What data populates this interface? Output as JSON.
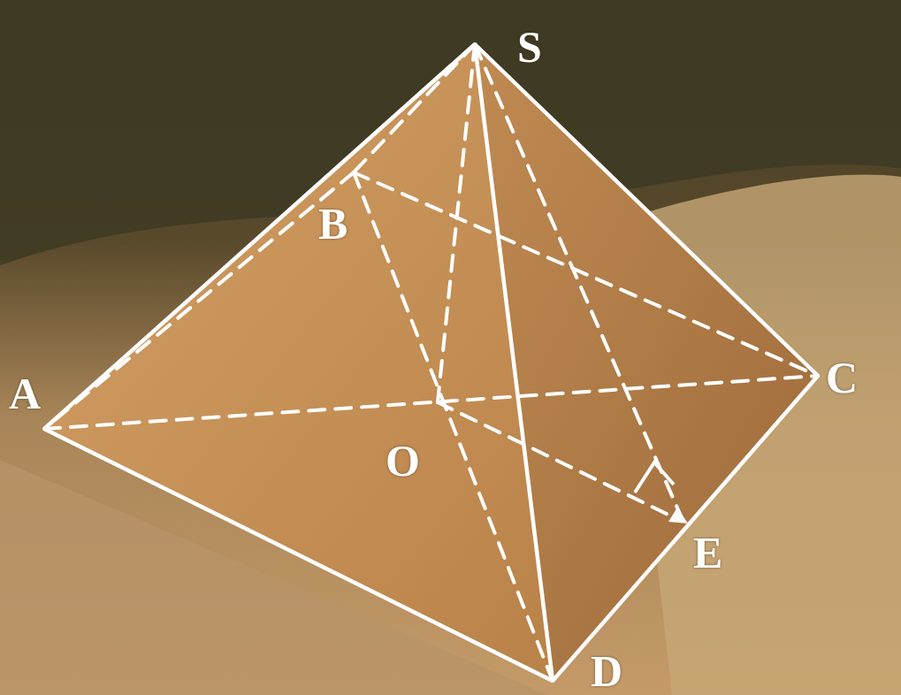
{
  "diagram": {
    "labels": [
      "S",
      "B",
      "A",
      "C",
      "O",
      "E",
      "D"
    ]
  }
}
